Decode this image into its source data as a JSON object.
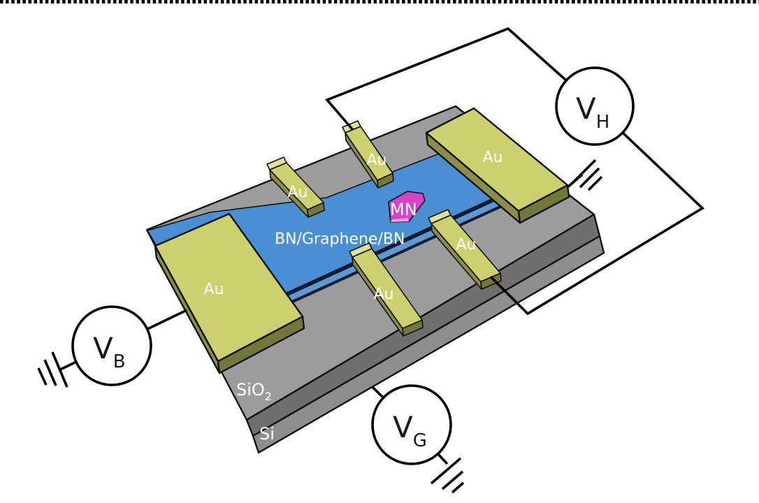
{
  "figure": {
    "description": "3D schematic of a BN/Graphene/BN Hall-bar device with Au contacts on SiO2/Si substrate and voltage measurement circuits",
    "top_border_style": "dashed"
  },
  "meters": {
    "hall": {
      "symbol": "V",
      "subscript": "H"
    },
    "bias": {
      "symbol": "V",
      "subscript": "B"
    },
    "gate": {
      "symbol": "V",
      "subscript": "G"
    }
  },
  "device": {
    "channel_label": "BN/Graphene/BN",
    "flake_label": "MN",
    "oxide_label": {
      "main": "SiO",
      "sub": "2"
    },
    "substrate_label": "Si",
    "electrodes": {
      "left_pad": "Au",
      "right_pad": "Au",
      "top_left_finger": "Au",
      "top_middle_finger": "Au",
      "bottom_middle_finger": "Au",
      "bottom_right_finger": "Au"
    }
  },
  "colors": {
    "gold_top": "#cdd06e",
    "gold_side": "#8b8d48",
    "gold_front": "#75763a",
    "gold_cap": "#dfe296",
    "channel_blue": "#4a8fd3",
    "bn_edge_light_blue": "#5d9ad1",
    "graphene_dark": "#0d1b33",
    "flake_magenta": "#d643c8",
    "flake_edge_pink": "#ef9ae3",
    "substrate_top_gray": "#9c9c9c",
    "sio2_side_gray": "#6f6f6f",
    "si_side_gray": "#8e8e8e",
    "wire_black": "#000000",
    "background": "#ffffff"
  }
}
